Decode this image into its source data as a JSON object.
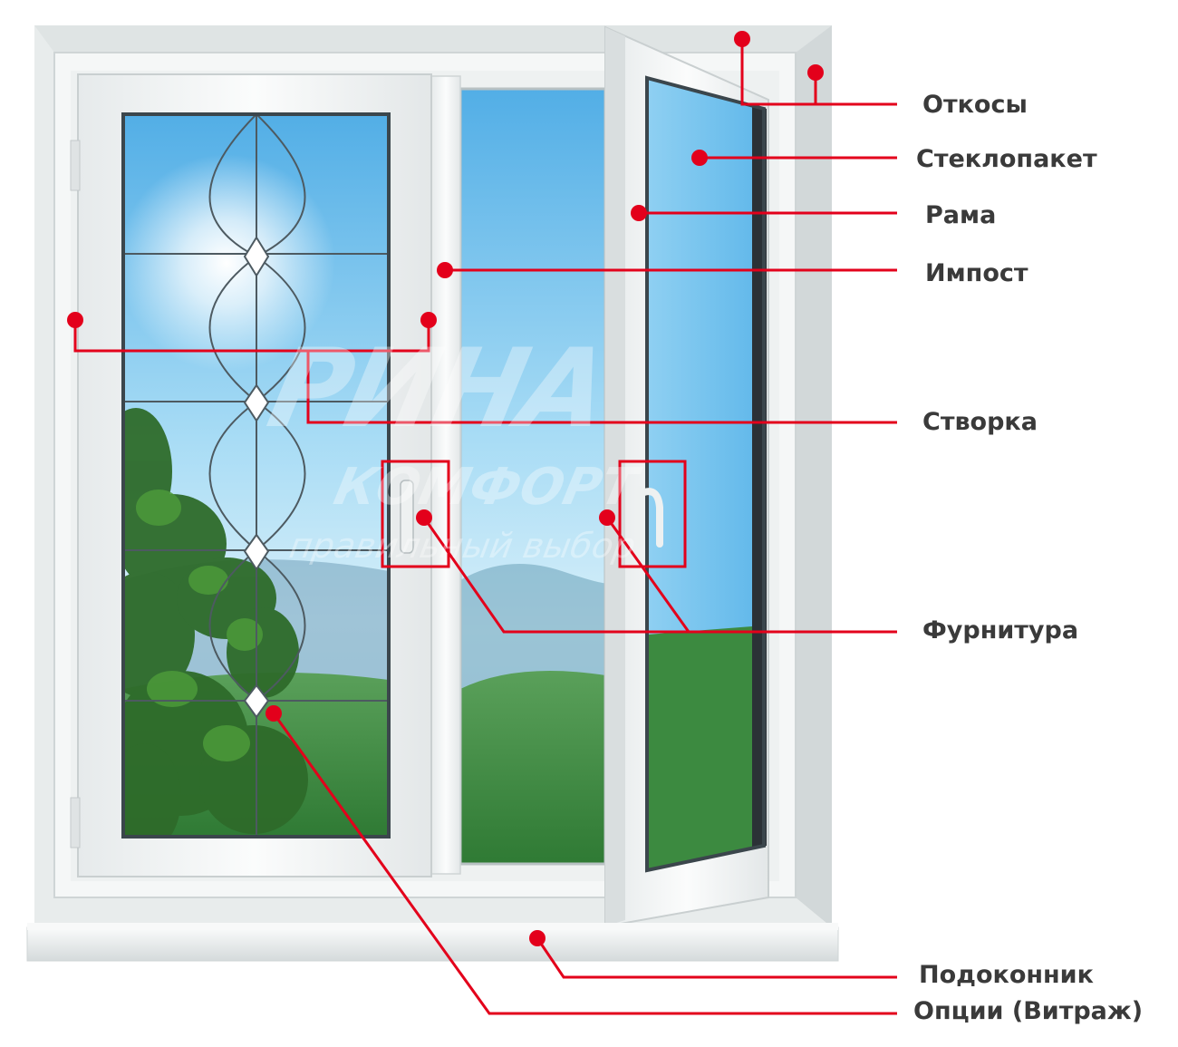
{
  "labels": [
    "Откосы",
    "Стеклопакет",
    "Рама",
    "Импост",
    "Створка",
    "Фурнитура",
    "Подоконник",
    "Опции (Витраж)"
  ],
  "watermark": {
    "main": "РИНА",
    "sub": "КОМФОРТ",
    "tagline": "правильный выбор"
  },
  "colors": {
    "callout": "#e3001b",
    "label_text": "#3a3a3a",
    "frame": "#f2f4f4",
    "frame_shadow": "#cfd5d6",
    "sky_top": "#5fb3e8",
    "sky_bottom": "#d9f0fb",
    "hills": "#3f8f44",
    "foliage": "#2e6b2a"
  }
}
